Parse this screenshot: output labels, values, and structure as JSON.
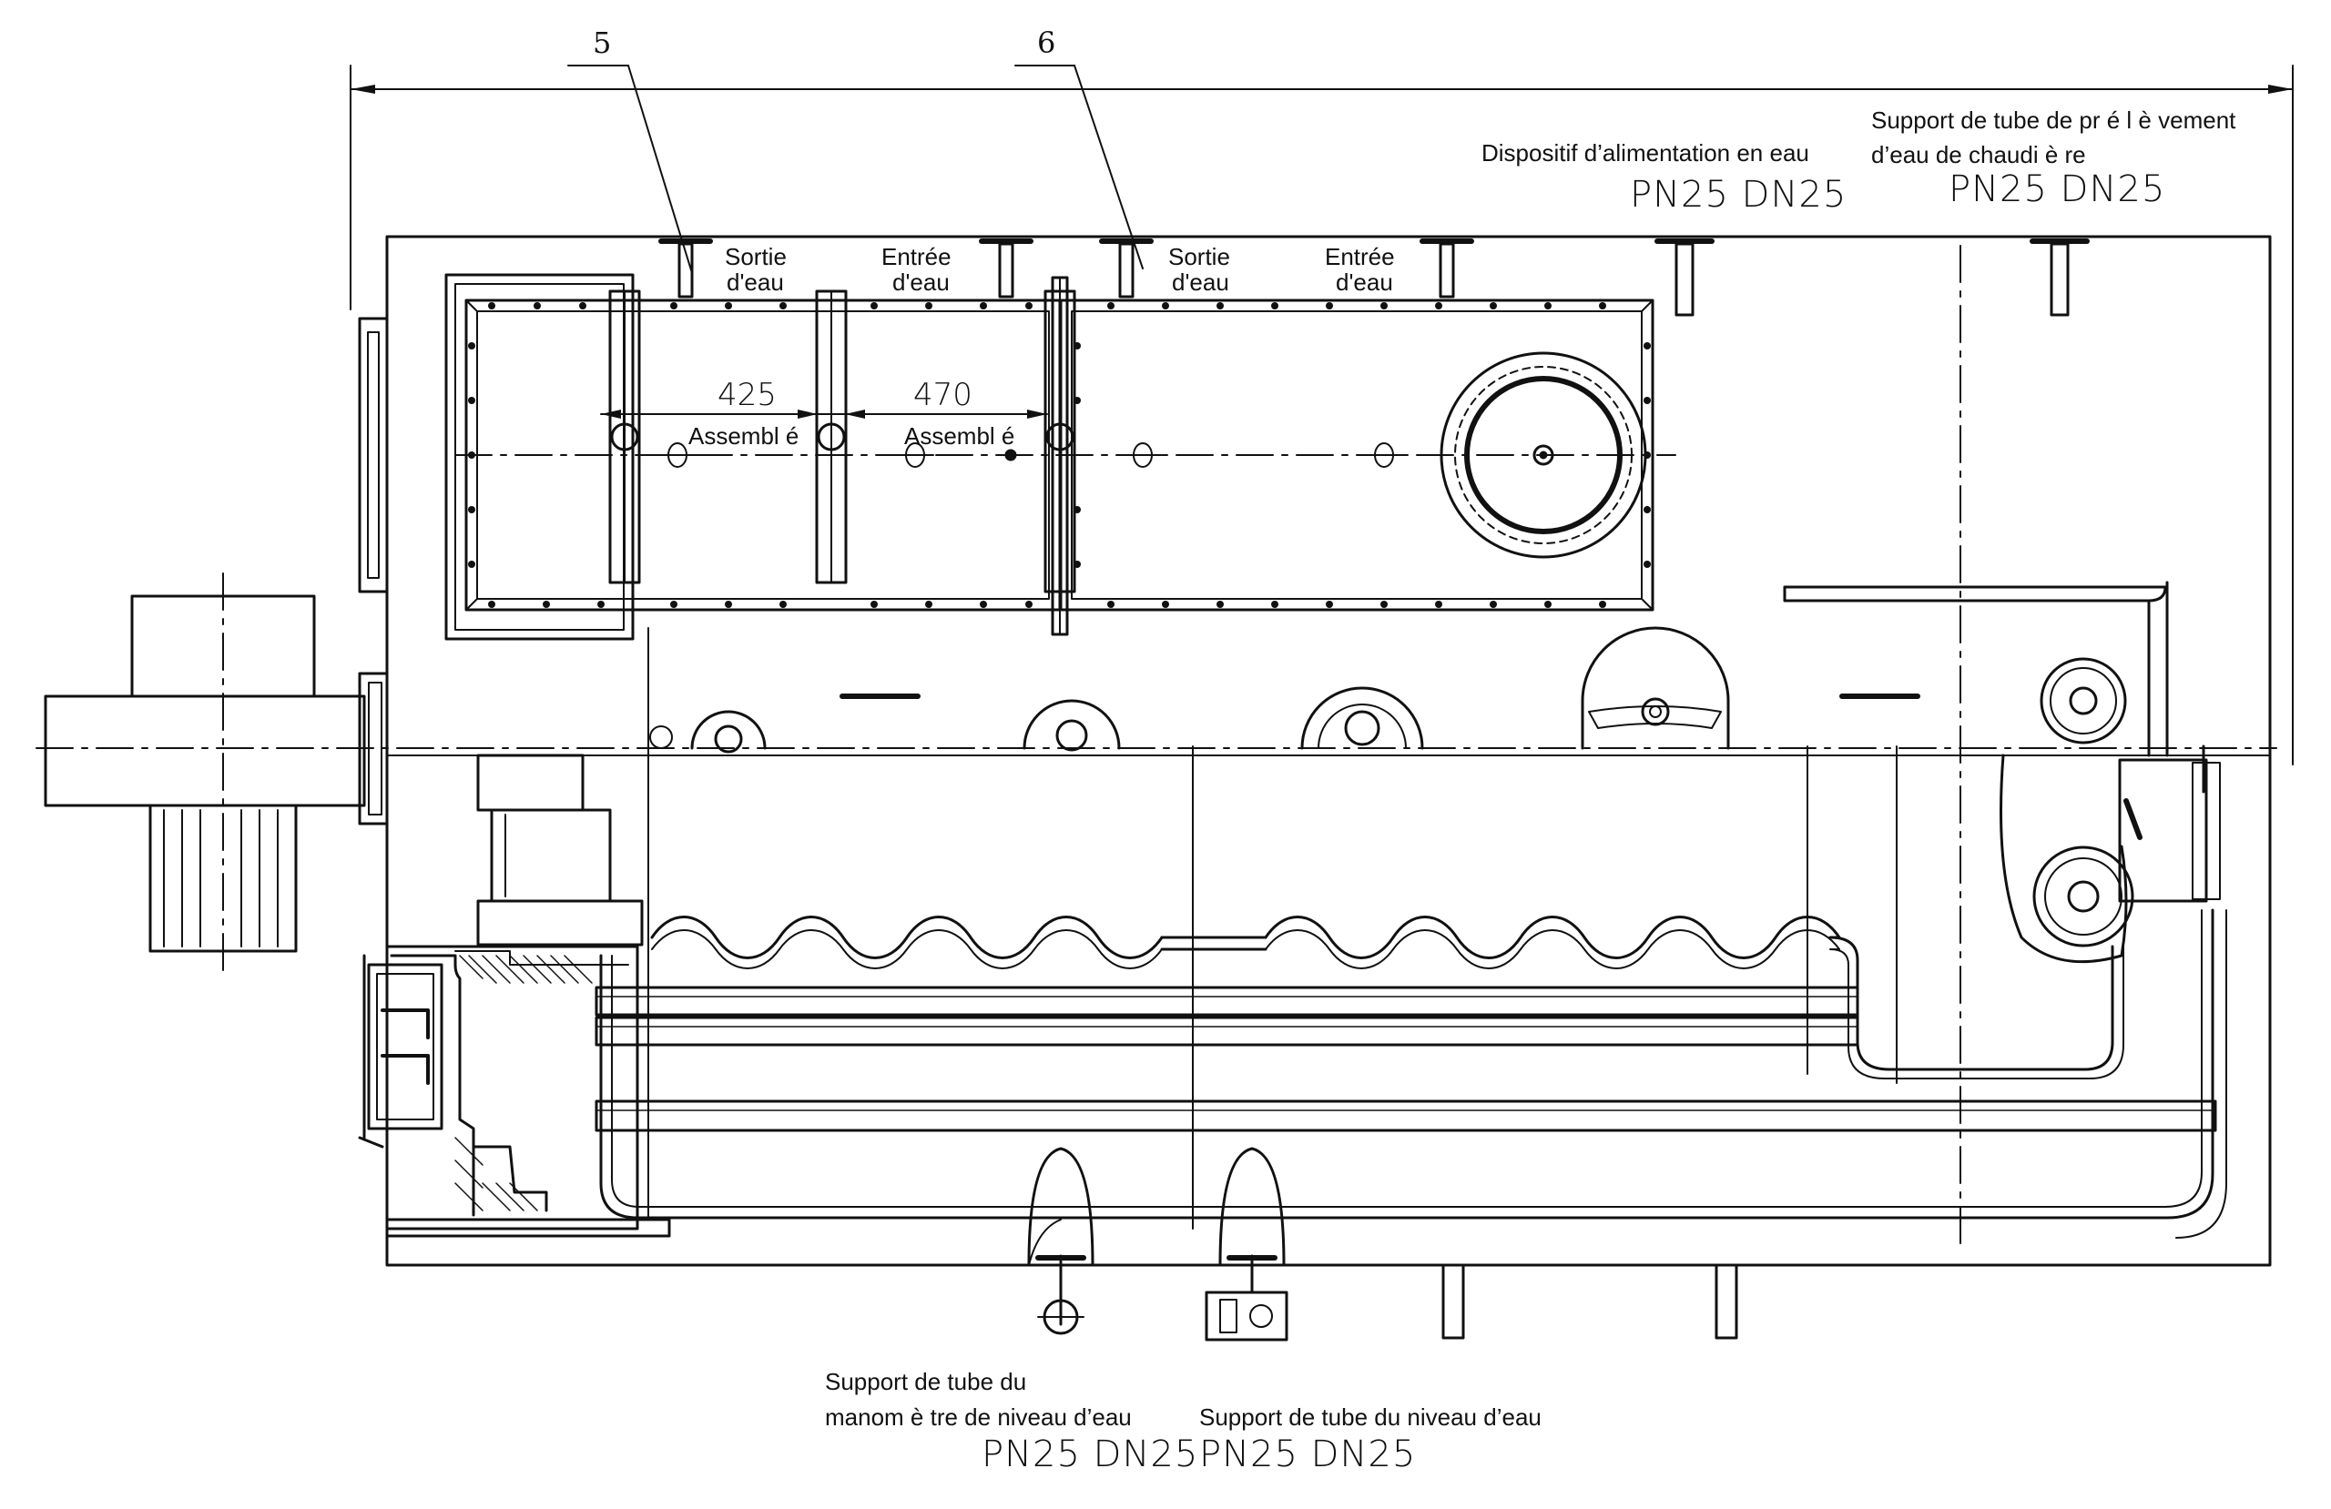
{
  "callouts": {
    "c5": "5",
    "c6": "6"
  },
  "dimensions": {
    "d425": "425",
    "d470": "470"
  },
  "assembly_labels": {
    "a1": "Assembl é",
    "a2": "Assembl é"
  },
  "nozzles": {
    "sortie1_l1": "Sortie",
    "sortie1_l2": "d'eau",
    "entree1_l1": "Entrée",
    "entree1_l2": "d'eau",
    "sortie2_l1": "Sortie",
    "sortie2_l2": "d'eau",
    "entree2_l1": "Entrée",
    "entree2_l2": "d'eau"
  },
  "top_annotations": {
    "feed_device": "Dispositif d’alimentation en eau",
    "feed_spec": "PN25 DN25",
    "sampling_l1": "Support de tube de pr é l è vement",
    "sampling_l2": "d’eau de chaudi è re",
    "sampling_spec": "PN25 DN25"
  },
  "bottom_annotations": {
    "manometer_l1": "Support de tube du",
    "manometer_l2": "manom è tre de niveau d’eau",
    "manometer_spec": "PN25 DN25",
    "level_l1": "Support de tube du niveau d’eau",
    "level_spec": "PN25 DN25"
  }
}
